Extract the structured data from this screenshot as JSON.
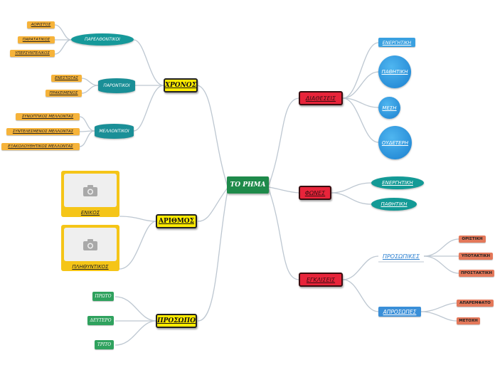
{
  "root": {
    "label": "ΤΟ ΡΗΜΑ"
  },
  "left": {
    "chronos": {
      "label": "ΧΡΟΝΟΣ",
      "groups": [
        {
          "label": "ΠΑΡΕΛΘΟΝΤΙΚΟΙ",
          "items": [
            "ΑΟΡΙΣΤΟΣ",
            "ΠΑΡΑΤΑΤΙΚΟΣ",
            "ΥΠΕΡΣΥΝΤΕΛΙΚΟΣ"
          ]
        },
        {
          "label": "ΠΑΡΟΝΤΙΚΟΙ",
          "items": [
            "ΕΝΕΣΤΩΤΑΣ",
            "ΠΡΑΚΕΙΜΕΝΟΣ"
          ]
        },
        {
          "label": "ΜΕΛΛΟΝΤΙΚΟΙ",
          "items": [
            "ΣΥΝΟΠΤΙΚΟΣ ΜΕΛΛΟΝΤΑΣ",
            "ΣΥΝΤΕΛΕΣΜΕΝΟΣ ΜΕΛΛΟΝΤΑΣ",
            "ΕΞΑΚΟΛΟΥΘΗΤΙΚΟΣ ΜΕΛΛΟΝΤΑΣ"
          ]
        }
      ]
    },
    "arithmos": {
      "label": "ΑΡΙΘΜΟΣ",
      "items": [
        "ΕΝΙΚΟΣ",
        "ΠΛΗΘΥΝΤΙΚΟΣ"
      ]
    },
    "prosopo": {
      "label": "ΠΡΟΣΩΠΟ",
      "items": [
        "ΠΡΩΤΟ",
        "ΔΕΥΤΕΡΟ",
        "ΤΡΙΤΟ"
      ]
    }
  },
  "right": {
    "diatheseis": {
      "label": "ΔΙΑΘΕΣΕΙΣ",
      "items": [
        "ΕΝΕΡΓΗΤΙΚΗ",
        "ΠΑΘΗΤΙΚΗ",
        "ΜΕΣΗ",
        "ΟΥΔΕΤΕΡΗ"
      ]
    },
    "fones": {
      "label": "ΦΩΝΕΣ",
      "items": [
        "ΕΝΕΡΓΗΤΙΚΗ",
        "ΠΑΘΗΤΙΚΗ"
      ]
    },
    "egkliseis": {
      "label": "ΕΓΚΛΙΣΕΙΣ",
      "groups": [
        {
          "label": "ΠΡΟΣΩΠΙΚΕΣ",
          "items": [
            "ΟΡΙΣΤΙΚΗ",
            "ΥΠΟΤΑΚΤΙΚΗ",
            "ΠΡΟΣΤΑΚΤΙΚΗ"
          ]
        },
        {
          "label": "ΑΠΡΟΣΩΠΕΣ",
          "items": [
            "ΑΠΑΡΕΜΦΑΤΟ",
            "ΜΕΤΟΧΗ"
          ]
        }
      ]
    }
  },
  "icons": {
    "placeholder": "camera-icon"
  },
  "colors": {
    "line": "#b9c4cf",
    "root": "#1e8a4a",
    "yellow": "#ffeb00",
    "red": "#e8243a"
  }
}
